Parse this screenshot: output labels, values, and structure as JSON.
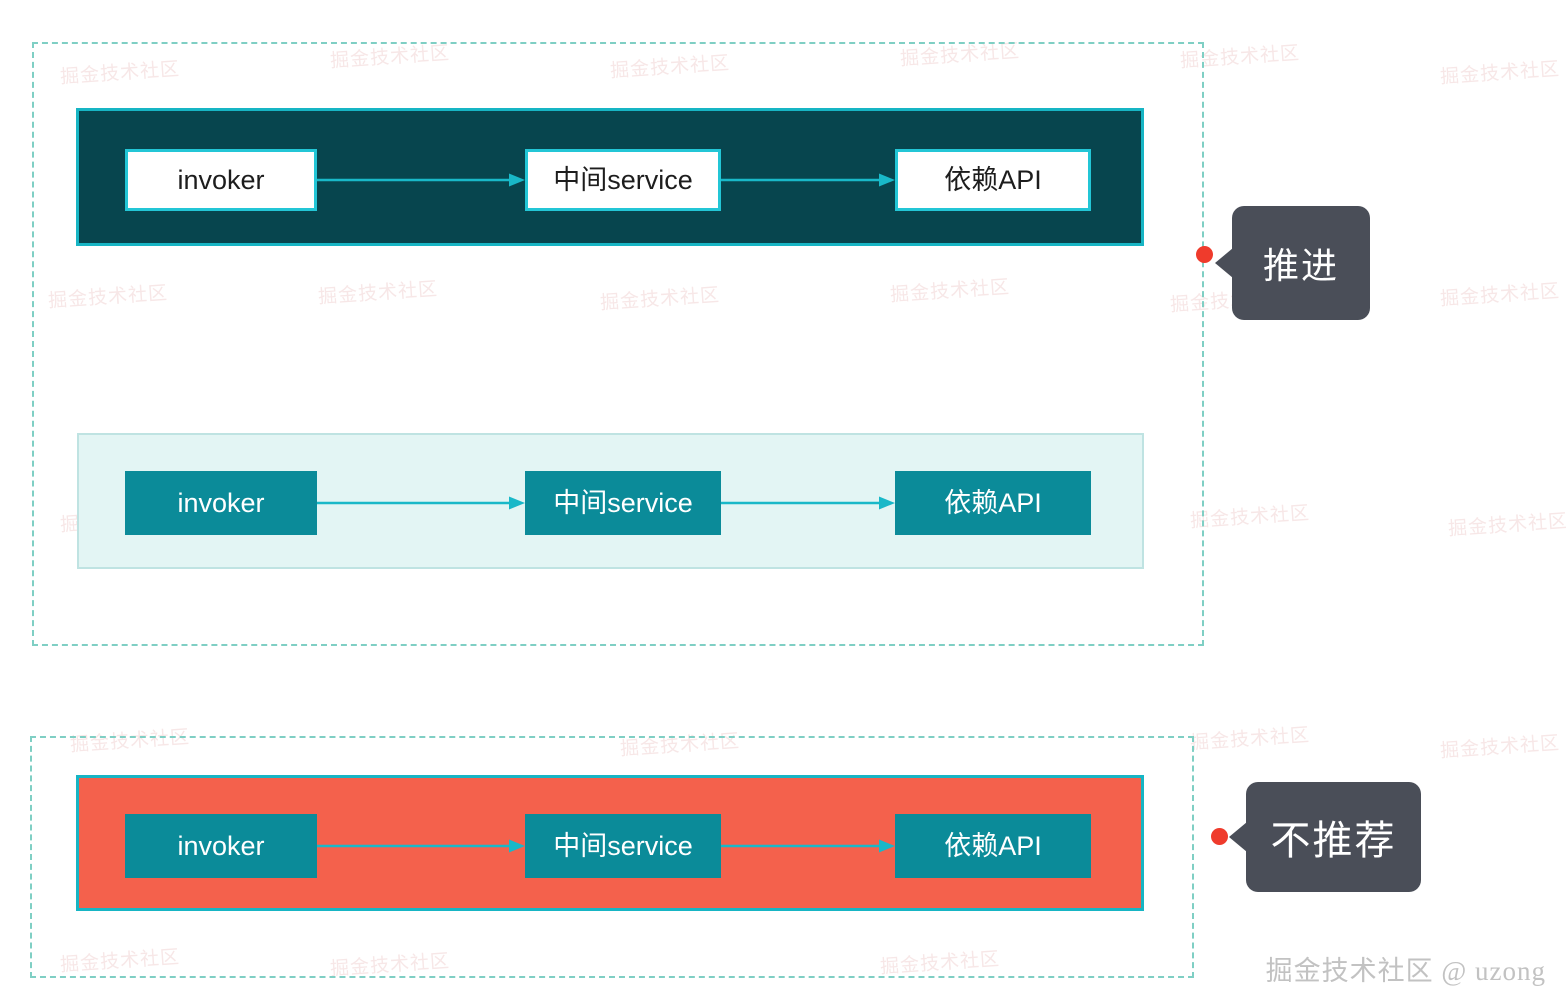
{
  "diagram": {
    "title": "invoker to dependency API call chain comparison",
    "colors": {
      "dashed_border": "#7fcfc4",
      "dark_panel_bg": "#07454e",
      "pale_panel_bg": "#e3f5f4",
      "red_panel_bg": "#f4614c",
      "node_teal": "#0b8b99",
      "node_border_cyan": "#23c6d6",
      "arrow": "#19b8c8",
      "callout_bg": "#4a4e58",
      "callout_dot": "#ef3b2c",
      "watermark_text": "#c2c2c2"
    },
    "groups": [
      {
        "id": "recommended",
        "name": "recommended-group",
        "panels": [
          {
            "id": "dark",
            "style": "dark-filled",
            "nodes": [
              "invoker",
              "中间service",
              "依赖API"
            ],
            "arrows": [
              "arrow-right",
              "arrow-right"
            ]
          },
          {
            "id": "pale",
            "style": "pale-filled",
            "nodes": [
              "invoker",
              "中间service",
              "依赖API"
            ],
            "arrows": [
              "arrow-right",
              "arrow-right"
            ]
          }
        ],
        "callout": {
          "label": "推进",
          "dot": "red-dot-marker"
        }
      },
      {
        "id": "discouraged",
        "name": "discouraged-group",
        "panels": [
          {
            "id": "red",
            "style": "red-filled",
            "nodes": [
              "invoker",
              "中间service",
              "依赖API"
            ],
            "arrows": [
              "arrow-right",
              "arrow-right"
            ]
          }
        ],
        "callout": {
          "label": "不推荐",
          "dot": "red-dot-marker"
        }
      }
    ],
    "node_labels": {
      "invoker": "invoker",
      "middle_service": "中间service",
      "dependency_api": "依赖API"
    },
    "callouts": {
      "push_forward": "推进",
      "not_recommended": "不推荐"
    },
    "attribution": "掘金技术社区 @ uzong",
    "background_watermark": "掘金技术社区"
  }
}
